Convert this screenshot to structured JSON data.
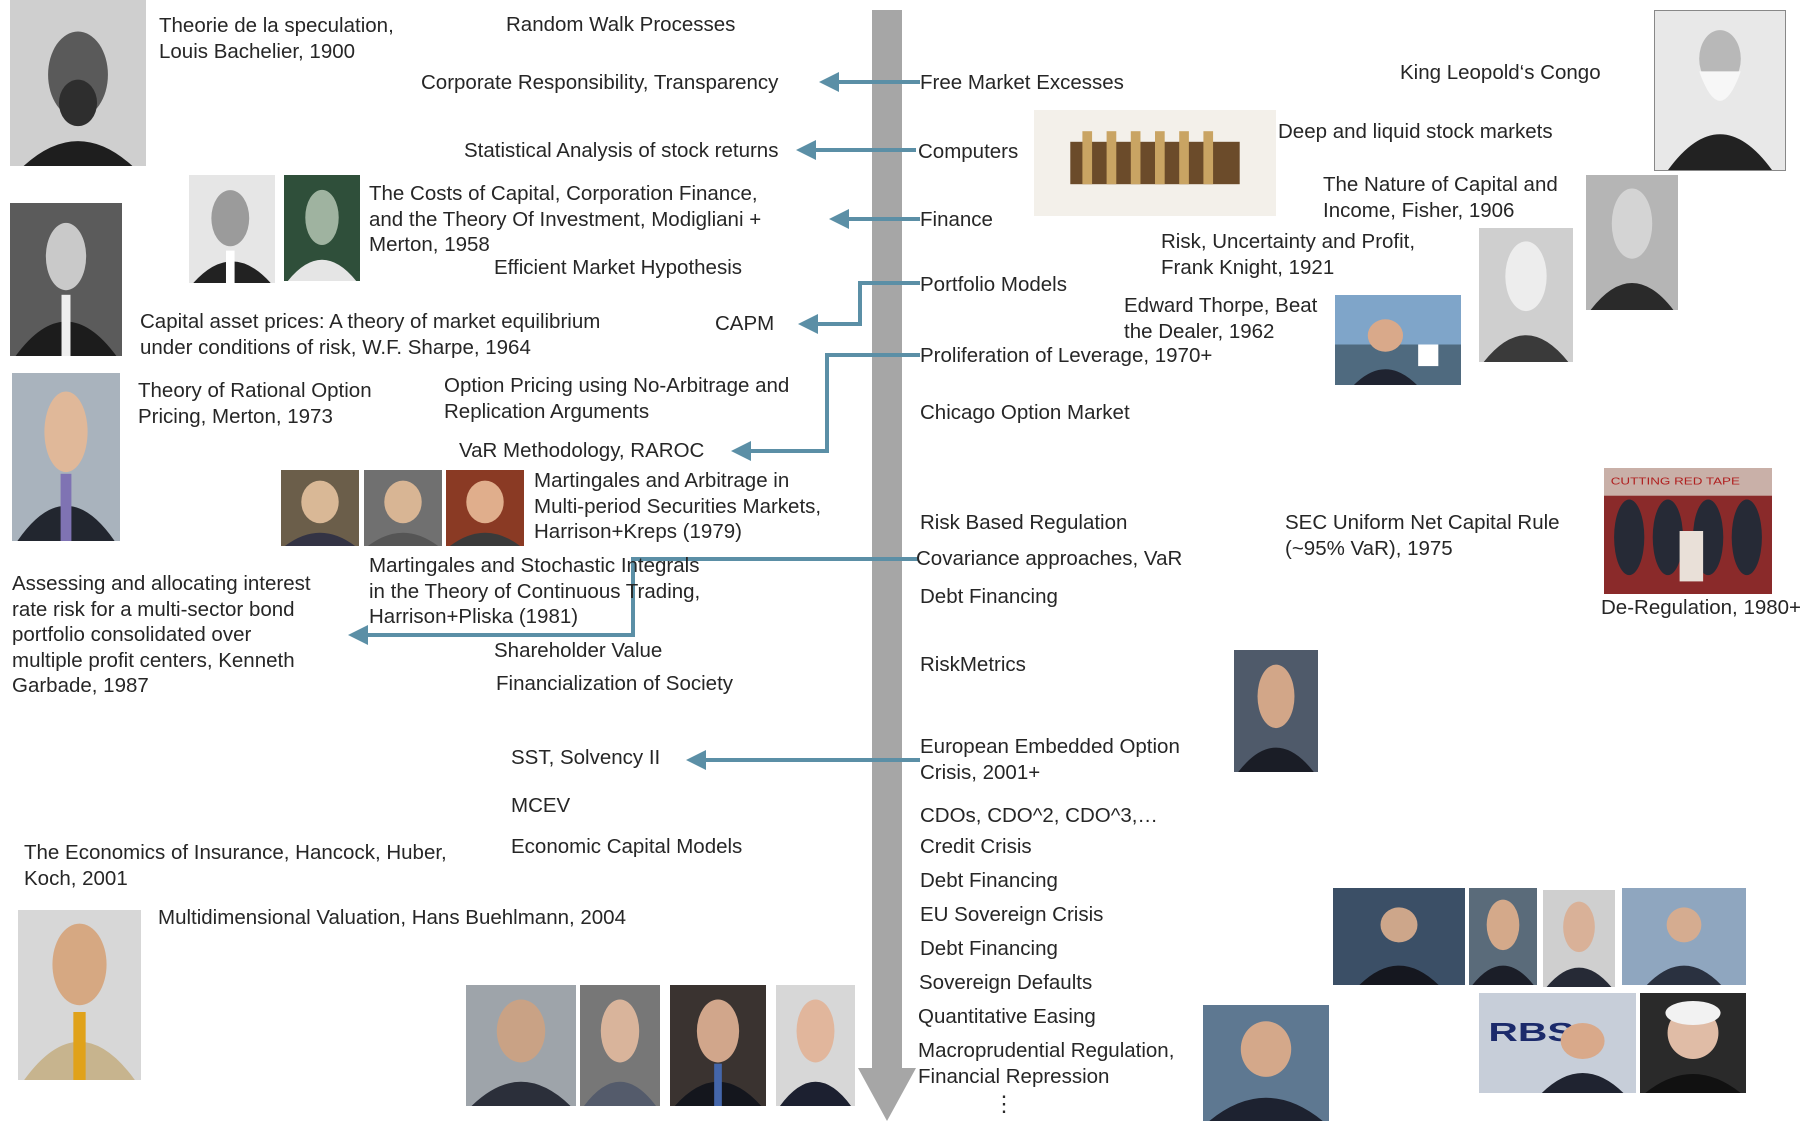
{
  "left_texts": {
    "bachelier": "Theorie de la speculation,\nLouis Bachelier, 1900",
    "random_walk": "Random Walk Processes",
    "corp_resp": "Corporate Responsibility, Transparency",
    "stat_analysis": "Statistical Analysis of stock returns",
    "modigliani": "The Costs of Capital, Corporation Finance,\nand the Theory Of Investment, Modigliani +\nMerton, 1958",
    "emh": "Efficient Market Hypothesis",
    "sharpe": "Capital asset prices: A theory of market equilibrium\nunder conditions of risk, W.F. Sharpe, 1964",
    "capm": "CAPM",
    "merton_rop": "Theory of Rational Option\nPricing, Merton, 1973",
    "opt_pricing": "Option Pricing using No-Arbitrage and\nReplication Arguments",
    "var_raroc": "VaR Methodology, RAROC",
    "harrison_kreps": "Martingales and Arbitrage  in\nMulti-period Securities Markets,\nHarrison+Kreps (1979)",
    "harrison_pliska": "Martingales and Stochastic Integrals\nin the Theory of Continuous Trading,\nHarrison+Pliska (1981)",
    "garbade": "Assessing and allocating interest\nrate risk for a multi-sector bond\nportfolio consolidated over\nmultiple profit centers, Kenneth\nGarbade, 1987",
    "shareholder": "Shareholder Value",
    "financialization": "Financialization of Society",
    "sst": "SST, Solvency II",
    "mcev": "MCEV",
    "ecm": "Economic Capital Models",
    "econ_insurance": "The Economics of Insurance, Hancock, Huber,\nKoch, 2001",
    "buehlmann": "Multidimensional Valuation, Hans Buehlmann, 2004"
  },
  "right_texts": {
    "free_market": "Free Market Excesses",
    "congo": "King Leopold‘s Congo",
    "computers": "Computers",
    "deep_liquid": "Deep and liquid stock markets",
    "finance": "Finance",
    "fisher": "The Nature of Capital and\nIncome, Fisher, 1906",
    "knight": "Risk, Uncertainty and Profit,\nFrank Knight, 1921",
    "portfolio": "Portfolio Models",
    "thorpe": "Edward Thorpe, Beat\nthe Dealer, 1962",
    "leverage": "Proliferation of Leverage, 1970+",
    "chicago": "Chicago Option Market",
    "rbr": "Risk Based Regulation",
    "sec": "SEC Uniform Net Capital Rule\n(~95% VaR), 1975",
    "covariance": "Covariance approaches, VaR",
    "debt1": "Debt Financing",
    "dereg": "De-Regulation, 1980+",
    "riskmetrics": "RiskMetrics",
    "european": "European Embedded Option\nCrisis, 2001+",
    "cdos": "CDOs, CDO^2, CDO^3,…",
    "credit": "Credit Crisis",
    "debt2": "Debt Financing",
    "eu_sov": "EU Sovereign Crisis",
    "debt3": "Debt Financing",
    "sov_defaults": "Sovereign Defaults",
    "qe": "Quantitative Easing",
    "macro": "Macroprudential Regulation,\nFinancial Repression",
    "ellipsis": "⋮"
  },
  "photo_labels": {
    "banner_text": "CUTTING RED TAPE",
    "rbs_logo": "RBS"
  },
  "colors": {
    "arrow": "#5b8fa6",
    "timeline": "#a6a6a6",
    "text": "#262626"
  }
}
